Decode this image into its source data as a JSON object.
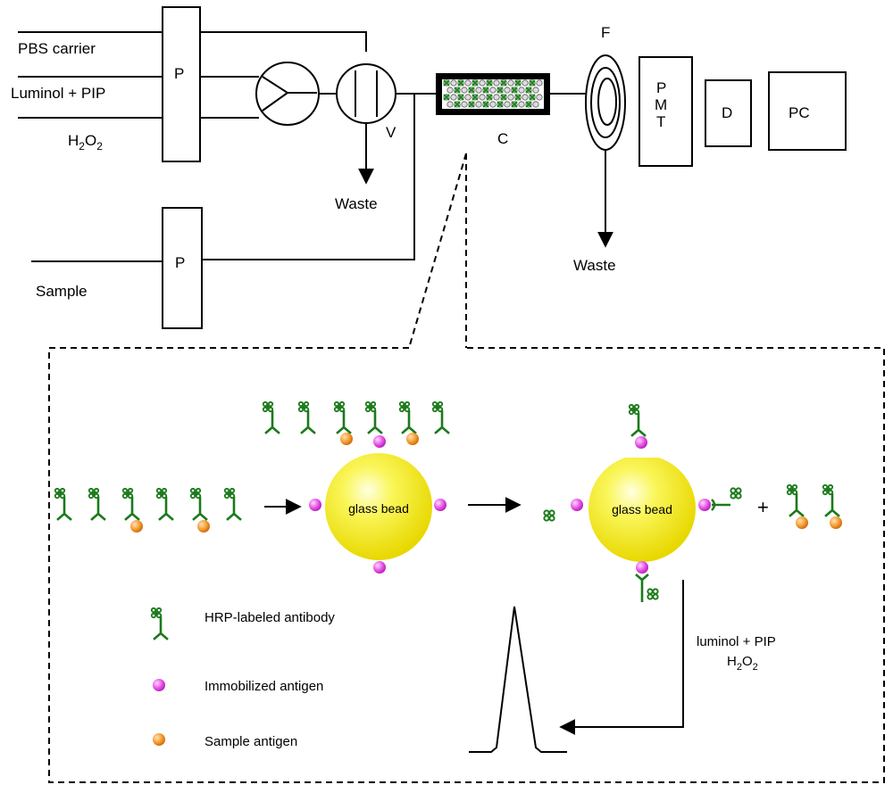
{
  "labels": {
    "pbs_carrier": "PBS  carrier",
    "luminol_pip": "Luminol + PIP",
    "h2o2_base": "H",
    "h2o2_sub1": "2",
    "h2o2_mid": "O",
    "h2o2_sub2": "2",
    "pump_top": "P",
    "pump_sample": "P",
    "sample": "Sample",
    "valve": "V",
    "waste_valve": "Waste",
    "column": "C",
    "flow_cell": "F",
    "pmt_p": "P",
    "pmt_m": "M",
    "pmt_t": "T",
    "detector": "D",
    "pc": "PC",
    "waste_flow": "Waste",
    "bead_left": "glass bead",
    "bead_right": "glass bead",
    "plus": "+",
    "legend_hrp": "HRP-labeled antibody",
    "legend_immobilized": "Immobilized antigen",
    "legend_sample": "Sample antigen",
    "reagent_line1": "luminol + PIP",
    "reagent_h": "H",
    "reagent_sub1": "2",
    "reagent_o": "O",
    "reagent_sub2": "2"
  },
  "colors": {
    "line": "#000000",
    "antibody": "#1a7a1a",
    "bead": "#f2f21a",
    "immobilized_antigen": "#e23ee2",
    "sample_antigen": "#f08a1e"
  }
}
